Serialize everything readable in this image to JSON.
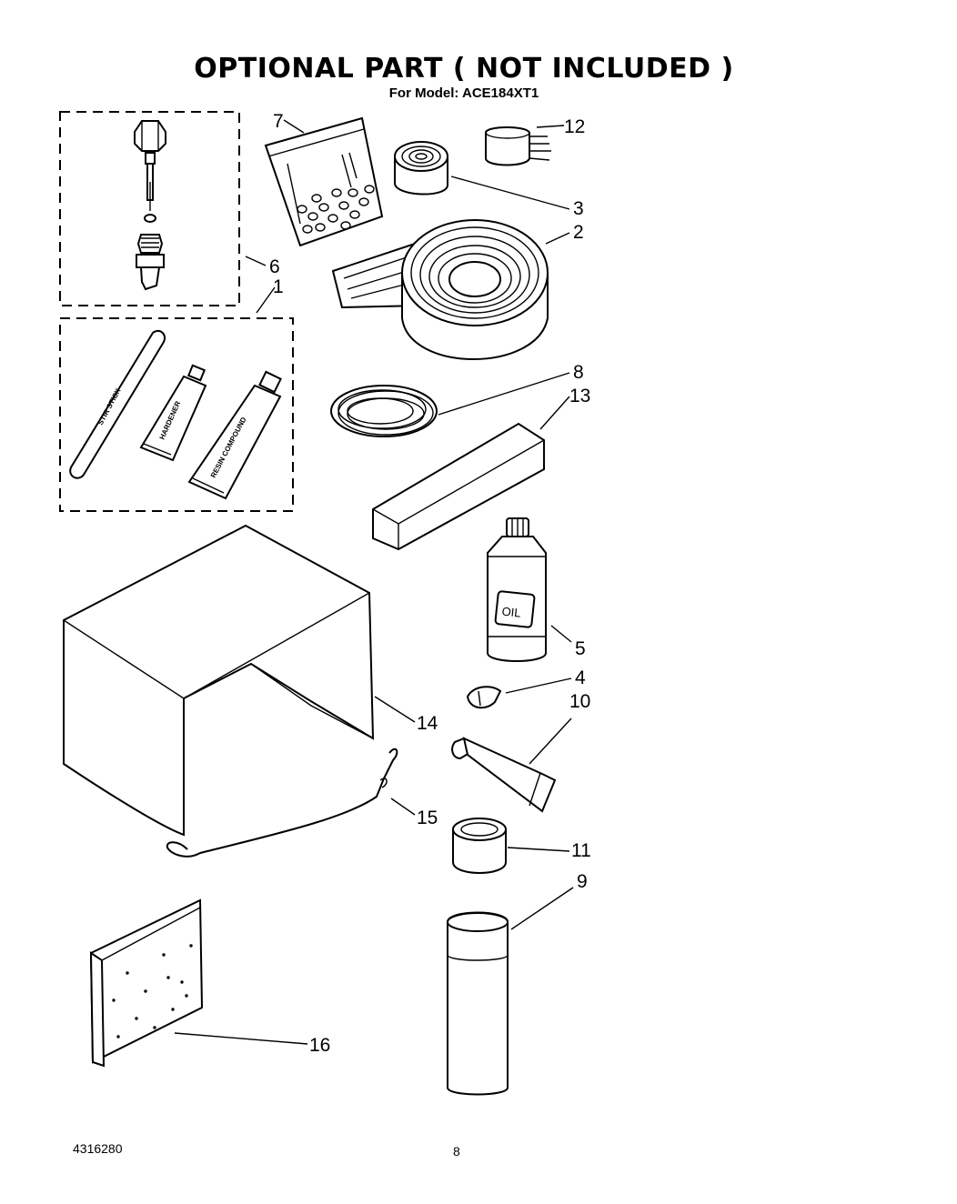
{
  "header": {
    "title": "OPTIONAL PART ( NOT INCLUDED )",
    "subtitle": "For Model: ACE184XT1"
  },
  "callouts": [
    "7",
    "12",
    "3",
    "2",
    "6",
    "1",
    "8",
    "13",
    "5",
    "4",
    "10",
    "14",
    "15",
    "11",
    "9",
    "16"
  ],
  "part_labels": {
    "stir_stick": "STIR STICK",
    "hardener": "HARDENER",
    "resin_compound": "RESIN COMPOUND",
    "oil": "OIL"
  },
  "footer": {
    "doc_number": "4316280",
    "page_number": "8"
  }
}
